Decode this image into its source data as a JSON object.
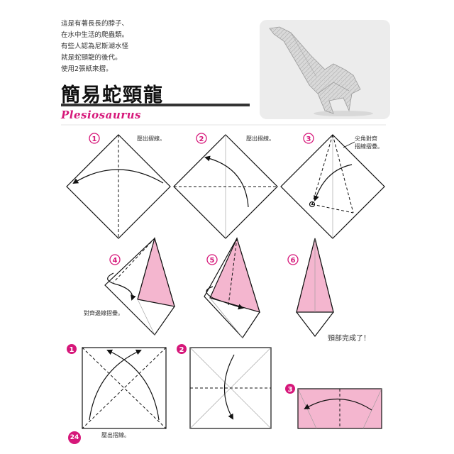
{
  "intro": {
    "lines": [
      "這是有著長長的脖子、",
      "在水中生活的爬蟲類。",
      "有些人認為尼斯湖水怪",
      "就是蛇頸龍的後代。",
      "使用2張紙來摺。"
    ]
  },
  "title": {
    "chinese": "簡易蛇頸龍",
    "english": "Plesiosaurus"
  },
  "steps_neck": {
    "s1": {
      "number": "1",
      "note": "壓出摺線。"
    },
    "s2": {
      "number": "2",
      "note": "壓出摺線。"
    },
    "s3": {
      "number": "3",
      "note_line1": "尖角對齊",
      "note_line2": "摺線摺疊。"
    },
    "s4": {
      "number": "4",
      "note": "對齊邊線摺疊。"
    },
    "s5": {
      "number": "5"
    },
    "s6": {
      "number": "6",
      "note": "頸部完成了！"
    }
  },
  "steps_body": {
    "b1": {
      "number": "1",
      "note": "壓出摺線。"
    },
    "b2": {
      "number": "2"
    },
    "b3": {
      "number": "3"
    }
  },
  "page_number": "24",
  "colors": {
    "accent": "#d6177a",
    "paper_pink": "#f4b6cf",
    "line": "#111111",
    "crease": "#999999"
  }
}
